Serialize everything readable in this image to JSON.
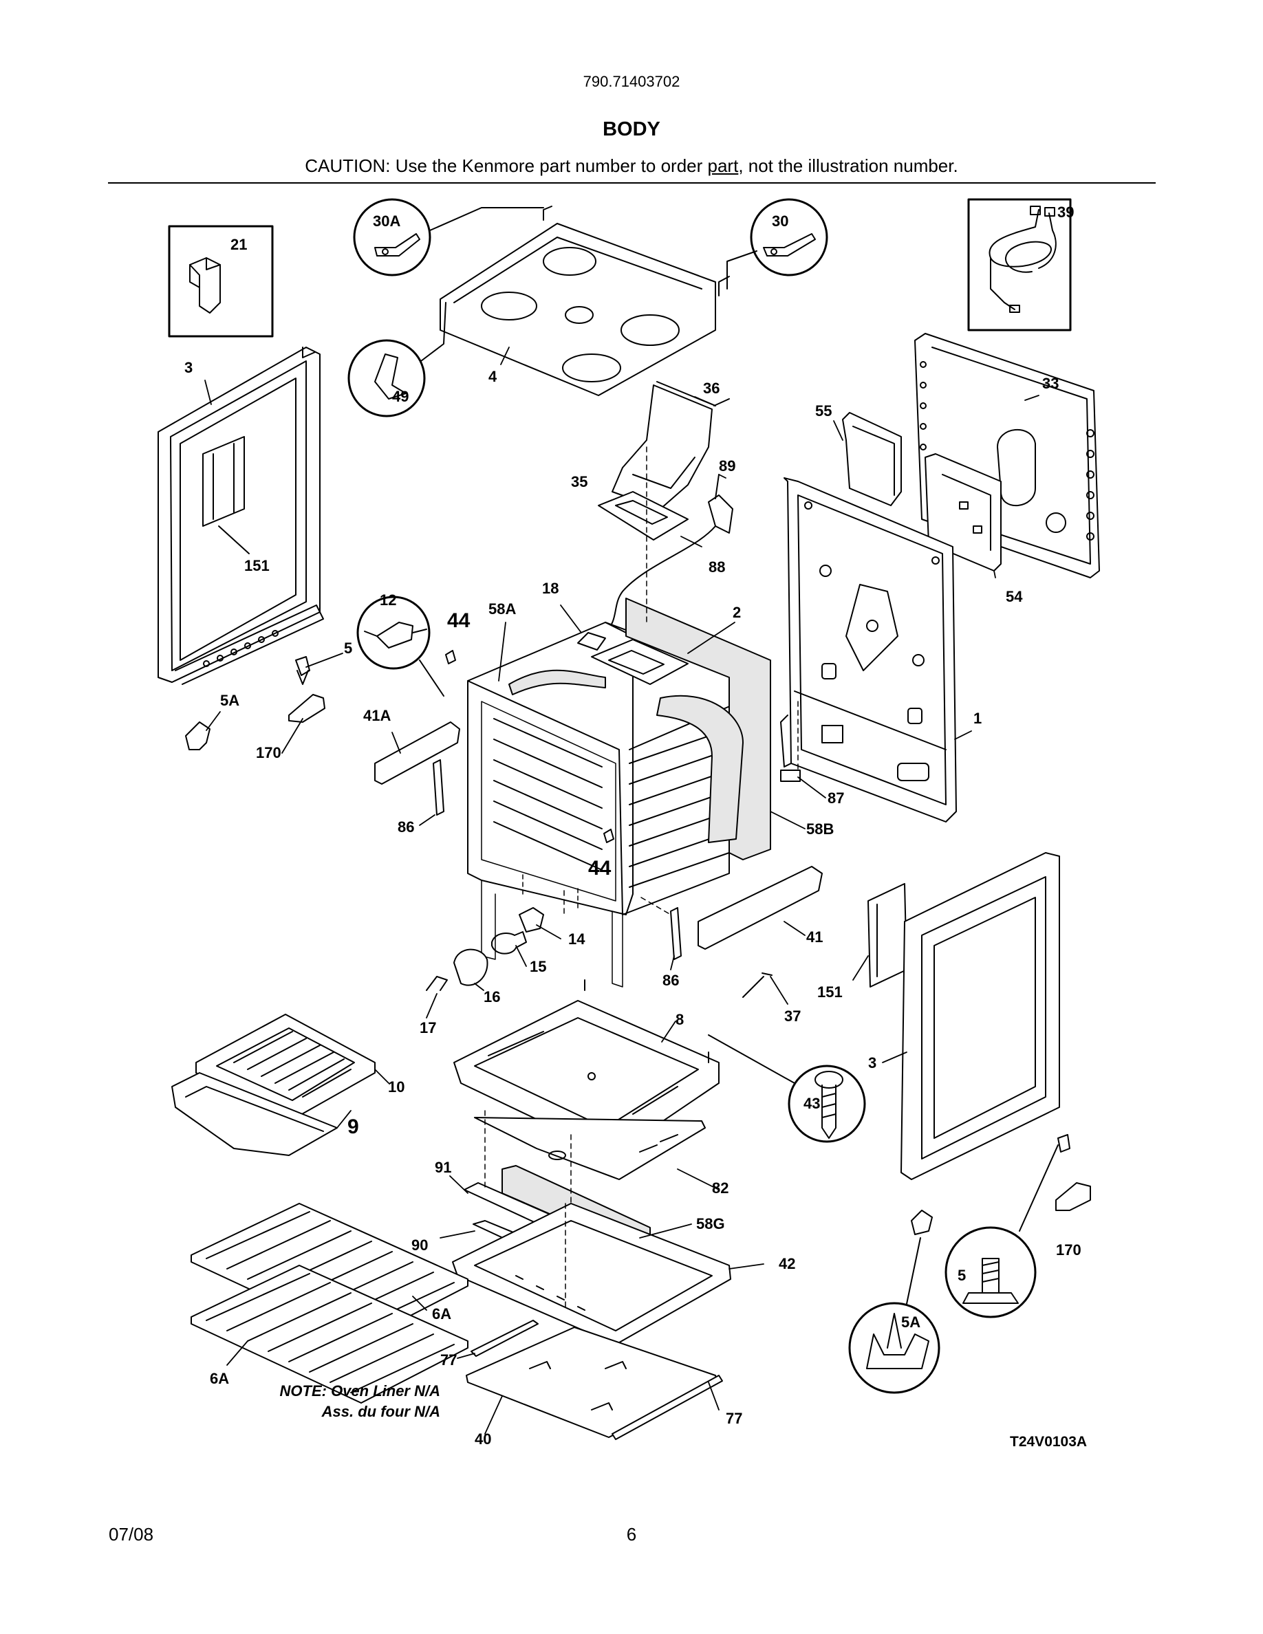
{
  "header": {
    "model_number": "790.71403702",
    "section_title": "BODY",
    "caution_before": "CAUTION: Use the Kenmore part number to order ",
    "caution_link": "part",
    "caution_after": ", not the illustration number."
  },
  "callouts": {
    "c30A": "30A",
    "c30": "30",
    "c39": "39",
    "c21": "21",
    "c3a": "3",
    "c4": "4",
    "c49": "49",
    "c36": "36",
    "c33": "33",
    "c55": "55",
    "c89": "89",
    "c35": "35",
    "c88": "88",
    "c151a": "151",
    "c54": "54",
    "c12": "12",
    "c44a": "44",
    "c58A": "58A",
    "c18": "18",
    "c2": "2",
    "c5a": "5",
    "c5Aa": "5A",
    "c41A": "41A",
    "c1": "1",
    "c170a": "170",
    "c87": "87",
    "c86a": "86",
    "c58B": "58B",
    "c44b": "44",
    "c14": "14",
    "c41": "41",
    "c15": "15",
    "c86b": "86",
    "c16": "16",
    "c151b": "151",
    "c37": "37",
    "c17": "17",
    "c8": "8",
    "c10": "10",
    "c3b": "3",
    "c43": "43",
    "c9": "9",
    "c91": "91",
    "c82": "82",
    "c58G": "58G",
    "c90": "90",
    "c42": "42",
    "c170b": "170",
    "c5b": "5",
    "c6Aa": "6A",
    "c5Ab": "5A",
    "c77a": "77",
    "c6Ab": "6A",
    "c77b": "77",
    "c40": "40"
  },
  "footer": {
    "note_line1": "NOTE: Oven Liner N/A",
    "note_line2": "Ass. du four N/A",
    "drawing_code": "T24V0103A",
    "date": "07/08",
    "page_number": "6"
  }
}
